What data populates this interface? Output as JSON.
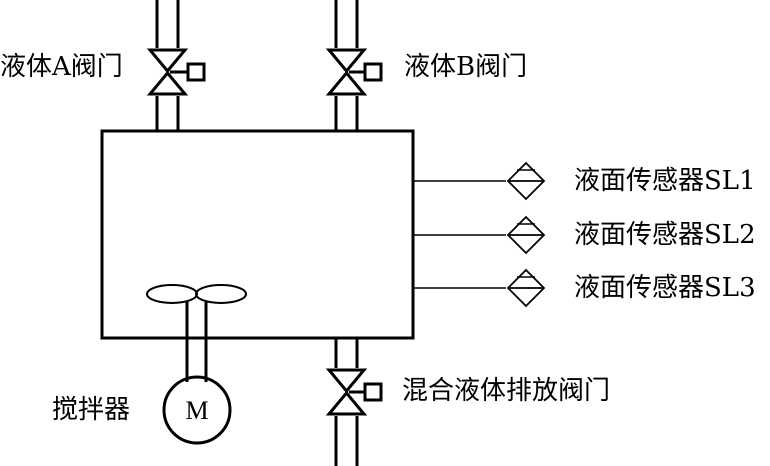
{
  "labels": {
    "valve_a": "液体A阀门",
    "valve_b": "液体B阀门",
    "sensor_1": "液面传感器SL1",
    "sensor_2": "液面传感器SL2",
    "sensor_3": "液面传感器SL3",
    "drain_valve": "混合液体排放阀门",
    "agitator": "搅拌器",
    "motor_letter": "M"
  },
  "colors": {
    "stroke": "#000000",
    "background": "#ffffff"
  }
}
